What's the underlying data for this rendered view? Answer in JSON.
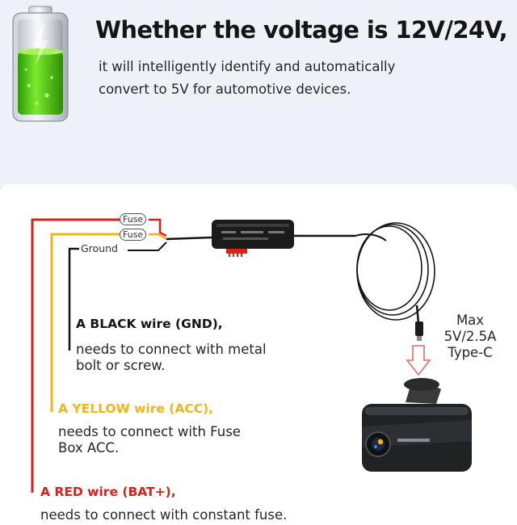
{
  "header": {
    "headline": "Whether the voltage is 12V/24V,",
    "subline_1": "it will intelligently identify and automatically",
    "subline_2": "convert to 5V for automotive devices."
  },
  "diagram": {
    "fuse_label_1": "Fuse",
    "fuse_label_2": "Fuse",
    "ground_label": "Ground",
    "black_wire": {
      "title": "A BLACK wire (GND),",
      "desc_1": "needs to connect with metal",
      "desc_2": "bolt or screw.",
      "color": "#151515"
    },
    "yellow_wire": {
      "title": "A YELLOW wire (ACC),",
      "desc_1": "needs to connect with Fuse",
      "desc_2": "Box ACC.",
      "color": "#f1b51c"
    },
    "red_wire": {
      "title": "A RED wire (BAT+),",
      "desc_1": "needs to connect with constant fuse.",
      "color": "#d8221c"
    },
    "spec": {
      "line_1": "Max",
      "line_2": "5V/2.5A",
      "line_3": "Type-C"
    }
  },
  "colors": {
    "battery_green": "#4cc70f",
    "arrow_red": "#e56a6a",
    "background": "#eef2f8"
  }
}
